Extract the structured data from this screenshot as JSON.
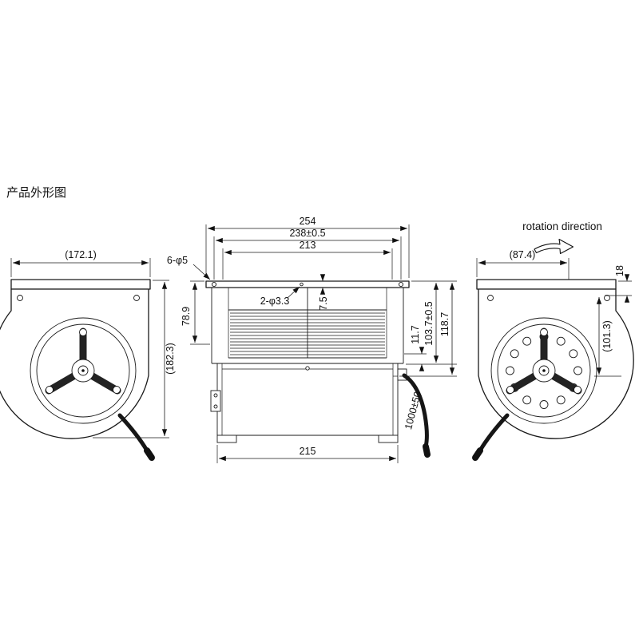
{
  "title": "产品外形图",
  "views": {
    "left": {
      "dims": {
        "width": "(172.1)",
        "height": "(182.3)"
      }
    },
    "front": {
      "dims": {
        "overall_width": "254",
        "hole_span": "238±0.5",
        "inner_span": "213",
        "flange_holes": "6-φ5",
        "pin_holes": "2-φ3.3",
        "hole_offset": "7.5",
        "inlet_height": "78.9",
        "step_height": "11.7",
        "body_height": "103.7±0.5",
        "total_height": "118.7",
        "base_width": "215",
        "cable_length": "1000±50"
      }
    },
    "right": {
      "rotation_label": "rotation direction",
      "dims": {
        "width": "(87.4)",
        "flange": "18",
        "height": "(101.3)"
      }
    }
  }
}
